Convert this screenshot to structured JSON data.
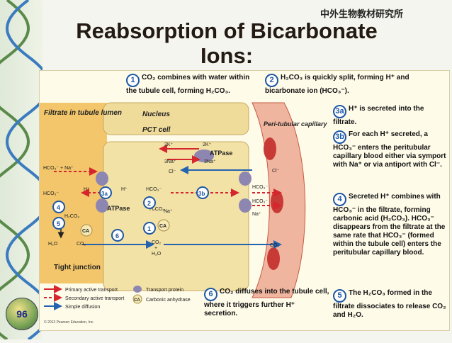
{
  "watermark": "中外生物教材研究所",
  "title_line1": "Reabsorption of Bicarbonate",
  "title_line2": "Ions:",
  "slide_number": "96",
  "copyright": "© 2013 Pearson Education, Inc.",
  "regions": {
    "filtrate": "Filtrate in tubule lumen",
    "nucleus": "Nucleus",
    "pct": "PCT cell",
    "capillary": "Peri-tubular capillary",
    "junction": "Tight junction"
  },
  "labels": {
    "k2": "2K⁺",
    "na3": "3Na⁺",
    "cl": "Cl⁻",
    "atpase": "ATPase",
    "hco3": "HCO₃⁻",
    "na": "Na⁺",
    "h": "H⁺",
    "h2co3": "H₂CO₃",
    "h2o": "H₂O",
    "co2": "CO₂",
    "ca": "CA",
    "plus": "+",
    "hco3_na": "HCO₃⁻ + Na⁺"
  },
  "steps": [
    {
      "num": "1",
      "text": "CO₂ combines with water within the tubule cell, forming H₂CO₃."
    },
    {
      "num": "2",
      "text": "H₂CO₃ is quickly split, forming H⁺ and bicarbonate ion (HCO₃⁻)."
    },
    {
      "num": "3a",
      "text": "H⁺ is secreted into the filtrate."
    },
    {
      "num": "3b",
      "text": "For each H⁺ secreted, a HCO₃⁻ enters the peritubular capillary blood either via symport with Na⁺ or via antiport with Cl⁻."
    },
    {
      "num": "4",
      "text": "Secreted H⁺ combines with HCO₃⁻ in the filtrate, forming carbonic acid (H₂CO₃). HCO₃⁻ disappears from the filtrate at the same rate that HCO₃⁻ (formed within the tubule cell) enters the peritubular capillary blood."
    },
    {
      "num": "5",
      "text": "The H₂CO₃ formed in the filtrate dissociates to release CO₂ and H₂O."
    },
    {
      "num": "6",
      "text": "CO₂ diffuses into the tubule cell, where it triggers further H⁺ secretion."
    }
  ],
  "legend": {
    "primary": "Primary active transport",
    "secondary": "Secondary active transport",
    "diffusion": "Simple diffusion",
    "protein": "Transport protein",
    "ca": "Carbonic anhydrase"
  },
  "colors": {
    "primary": "#d4262c",
    "diffusion": "#2563b0",
    "protein": "#8d86b0",
    "step": "#1e57a4"
  }
}
